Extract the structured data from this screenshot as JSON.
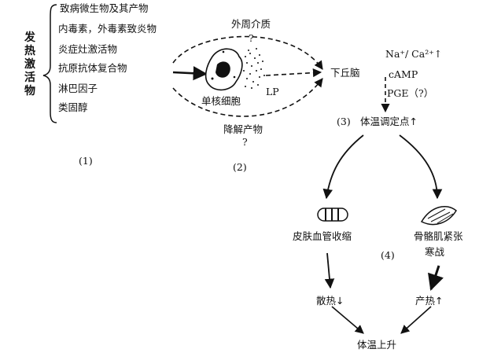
{
  "stage1": {
    "group_label": "发热激活物",
    "items": [
      "致病微生物及其产物",
      "内毒素，外毒素致炎物",
      "炎症灶激活物",
      "抗原抗体复合物",
      "淋巴因子",
      "类固醇"
    ],
    "number": "(1)"
  },
  "stage2": {
    "top_label": "外周介质",
    "top_question": "?",
    "cell_label": "单核细胞",
    "lp_label": "LP",
    "bottom_label": "降解产物",
    "bottom_question": "?",
    "number": "(2)"
  },
  "hypothalamus": {
    "label": "下丘脑",
    "mediator_ions": "Na⁺/ Ca²⁺↑",
    "mediator_camp": "cAMP",
    "mediator_pge": "PGE（?）"
  },
  "stage3": {
    "number": "(3)",
    "label": "体温调定点↑"
  },
  "stage4": {
    "left_effect": "皮肤血管收缩",
    "right_effect_line1": "骨骼肌紧张",
    "right_effect_line2": "寒战",
    "number": "(4)",
    "heat_loss": "散热↓",
    "heat_gain": "产热↑",
    "result": "体温上升"
  }
}
